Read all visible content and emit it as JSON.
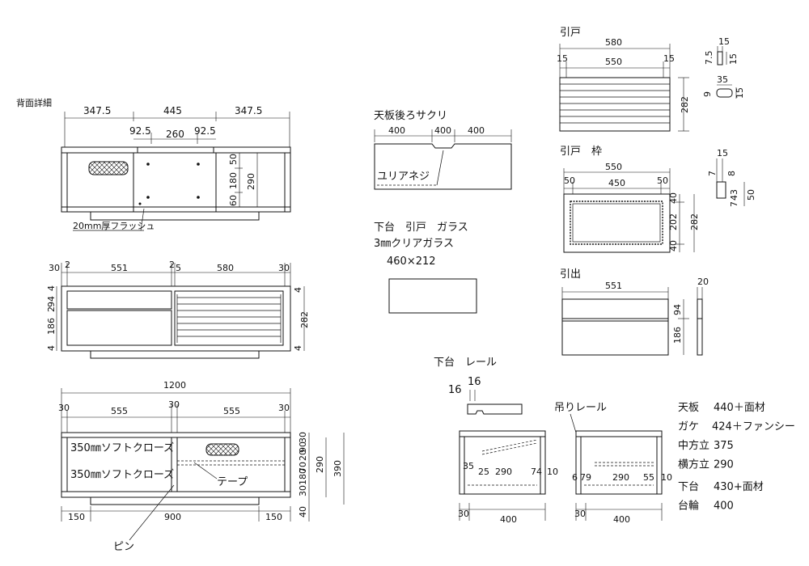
{
  "back_detail": {
    "title": "背面詳細",
    "dims_top": [
      "347.5",
      "445",
      "347.5"
    ],
    "dims_sub": [
      "92.5",
      "260",
      "92.5"
    ],
    "dims_right": [
      "50",
      "180",
      "60"
    ],
    "dim_height": "290",
    "note_flush": "20mm厚フラッシュ"
  },
  "front_view": {
    "dims_top": [
      "30",
      "2",
      "551",
      "2",
      "5",
      "580",
      "30"
    ],
    "dims_left": [
      "4",
      "94",
      "2",
      "186",
      "4"
    ],
    "dims_right": [
      "4",
      "282",
      "4"
    ]
  },
  "interior_view": {
    "dim_total": "1200",
    "dims_mid": [
      "30",
      "555",
      "30",
      "555",
      "30"
    ],
    "dims_bottom": [
      "150",
      "900",
      "150"
    ],
    "dims_right": [
      "30",
      "90",
      "20",
      "70",
      "180",
      "30",
      "40"
    ],
    "dim_h1": "290",
    "dim_h2": "390",
    "label_softclose_1": "350㎜ソフトクローズ",
    "label_softclose_2": "350㎜ソフトクローズ",
    "label_tape": "テープ",
    "label_pin": "ピン"
  },
  "top_board": {
    "title": "天板後ろサクリ",
    "dims": [
      "400",
      "400",
      "400"
    ],
    "label": "ユリアネジ"
  },
  "glass": {
    "title": "下台　引戸　ガラス",
    "subtitle": "3㎜クリアガラス",
    "size": "460×212"
  },
  "rail": {
    "title": "下台　レール",
    "dims": [
      "16",
      "16"
    ],
    "label_hanging": "吊りレール",
    "dims_left_section": [
      "35",
      "25",
      "290",
      "74",
      "10",
      "30",
      "400"
    ],
    "dims_right_section": [
      "6",
      "79",
      "290",
      "55",
      "10",
      "30",
      "400"
    ]
  },
  "sliding_door": {
    "title": "引戸",
    "dim_total": "580",
    "dims": [
      "15",
      "550",
      "15"
    ],
    "dim_height": "282",
    "profile_dims": [
      "15",
      "7.5",
      "15",
      "35",
      "9",
      "15"
    ]
  },
  "door_frame": {
    "title": "引戸　枠",
    "dim_total": "550",
    "dims": [
      "50",
      "450",
      "50"
    ],
    "dims_right": [
      "40",
      "202",
      "40"
    ],
    "dim_height": "282",
    "profile_dims": [
      "15",
      "7",
      "8",
      "43",
      "7",
      "50"
    ]
  },
  "drawer": {
    "title": "引出",
    "dim_total": "551",
    "dims_right": [
      "94",
      "186"
    ],
    "profile_dim": "20"
  },
  "specs": [
    {
      "name": "天板",
      "value": "440＋面材"
    },
    {
      "name": "ガケ",
      "value": "424＋ファンシー"
    },
    {
      "name": "中方立",
      "value": "375"
    },
    {
      "name": "横方立",
      "value": "290"
    },
    {
      "name": "下台",
      "value": "430+面材"
    },
    {
      "name": "台輪",
      "value": "400"
    }
  ]
}
